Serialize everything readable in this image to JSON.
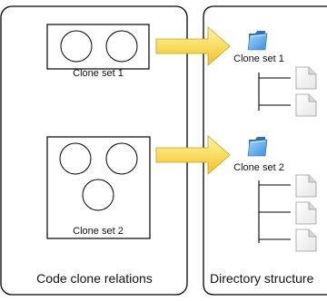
{
  "left_panel": {
    "caption": "Code clone relations",
    "clone_sets": [
      {
        "label": "Clone set 1"
      },
      {
        "label": "Clone set 2"
      }
    ]
  },
  "right_panel": {
    "caption": "Directory structure",
    "folders": [
      {
        "label": "Clone set 1",
        "file_count": 2
      },
      {
        "label": "Clone set 2",
        "file_count": 3
      }
    ]
  },
  "colors": {
    "arrow_fill_top": "#fff6a8",
    "arrow_fill_bottom": "#f3c21c",
    "arrow_stroke": "#c9a114",
    "folder_blue": "#62b3f0",
    "panel_stroke": "#000000"
  },
  "icons": [
    "folder-icon",
    "document-icon",
    "right-arrow-icon"
  ]
}
